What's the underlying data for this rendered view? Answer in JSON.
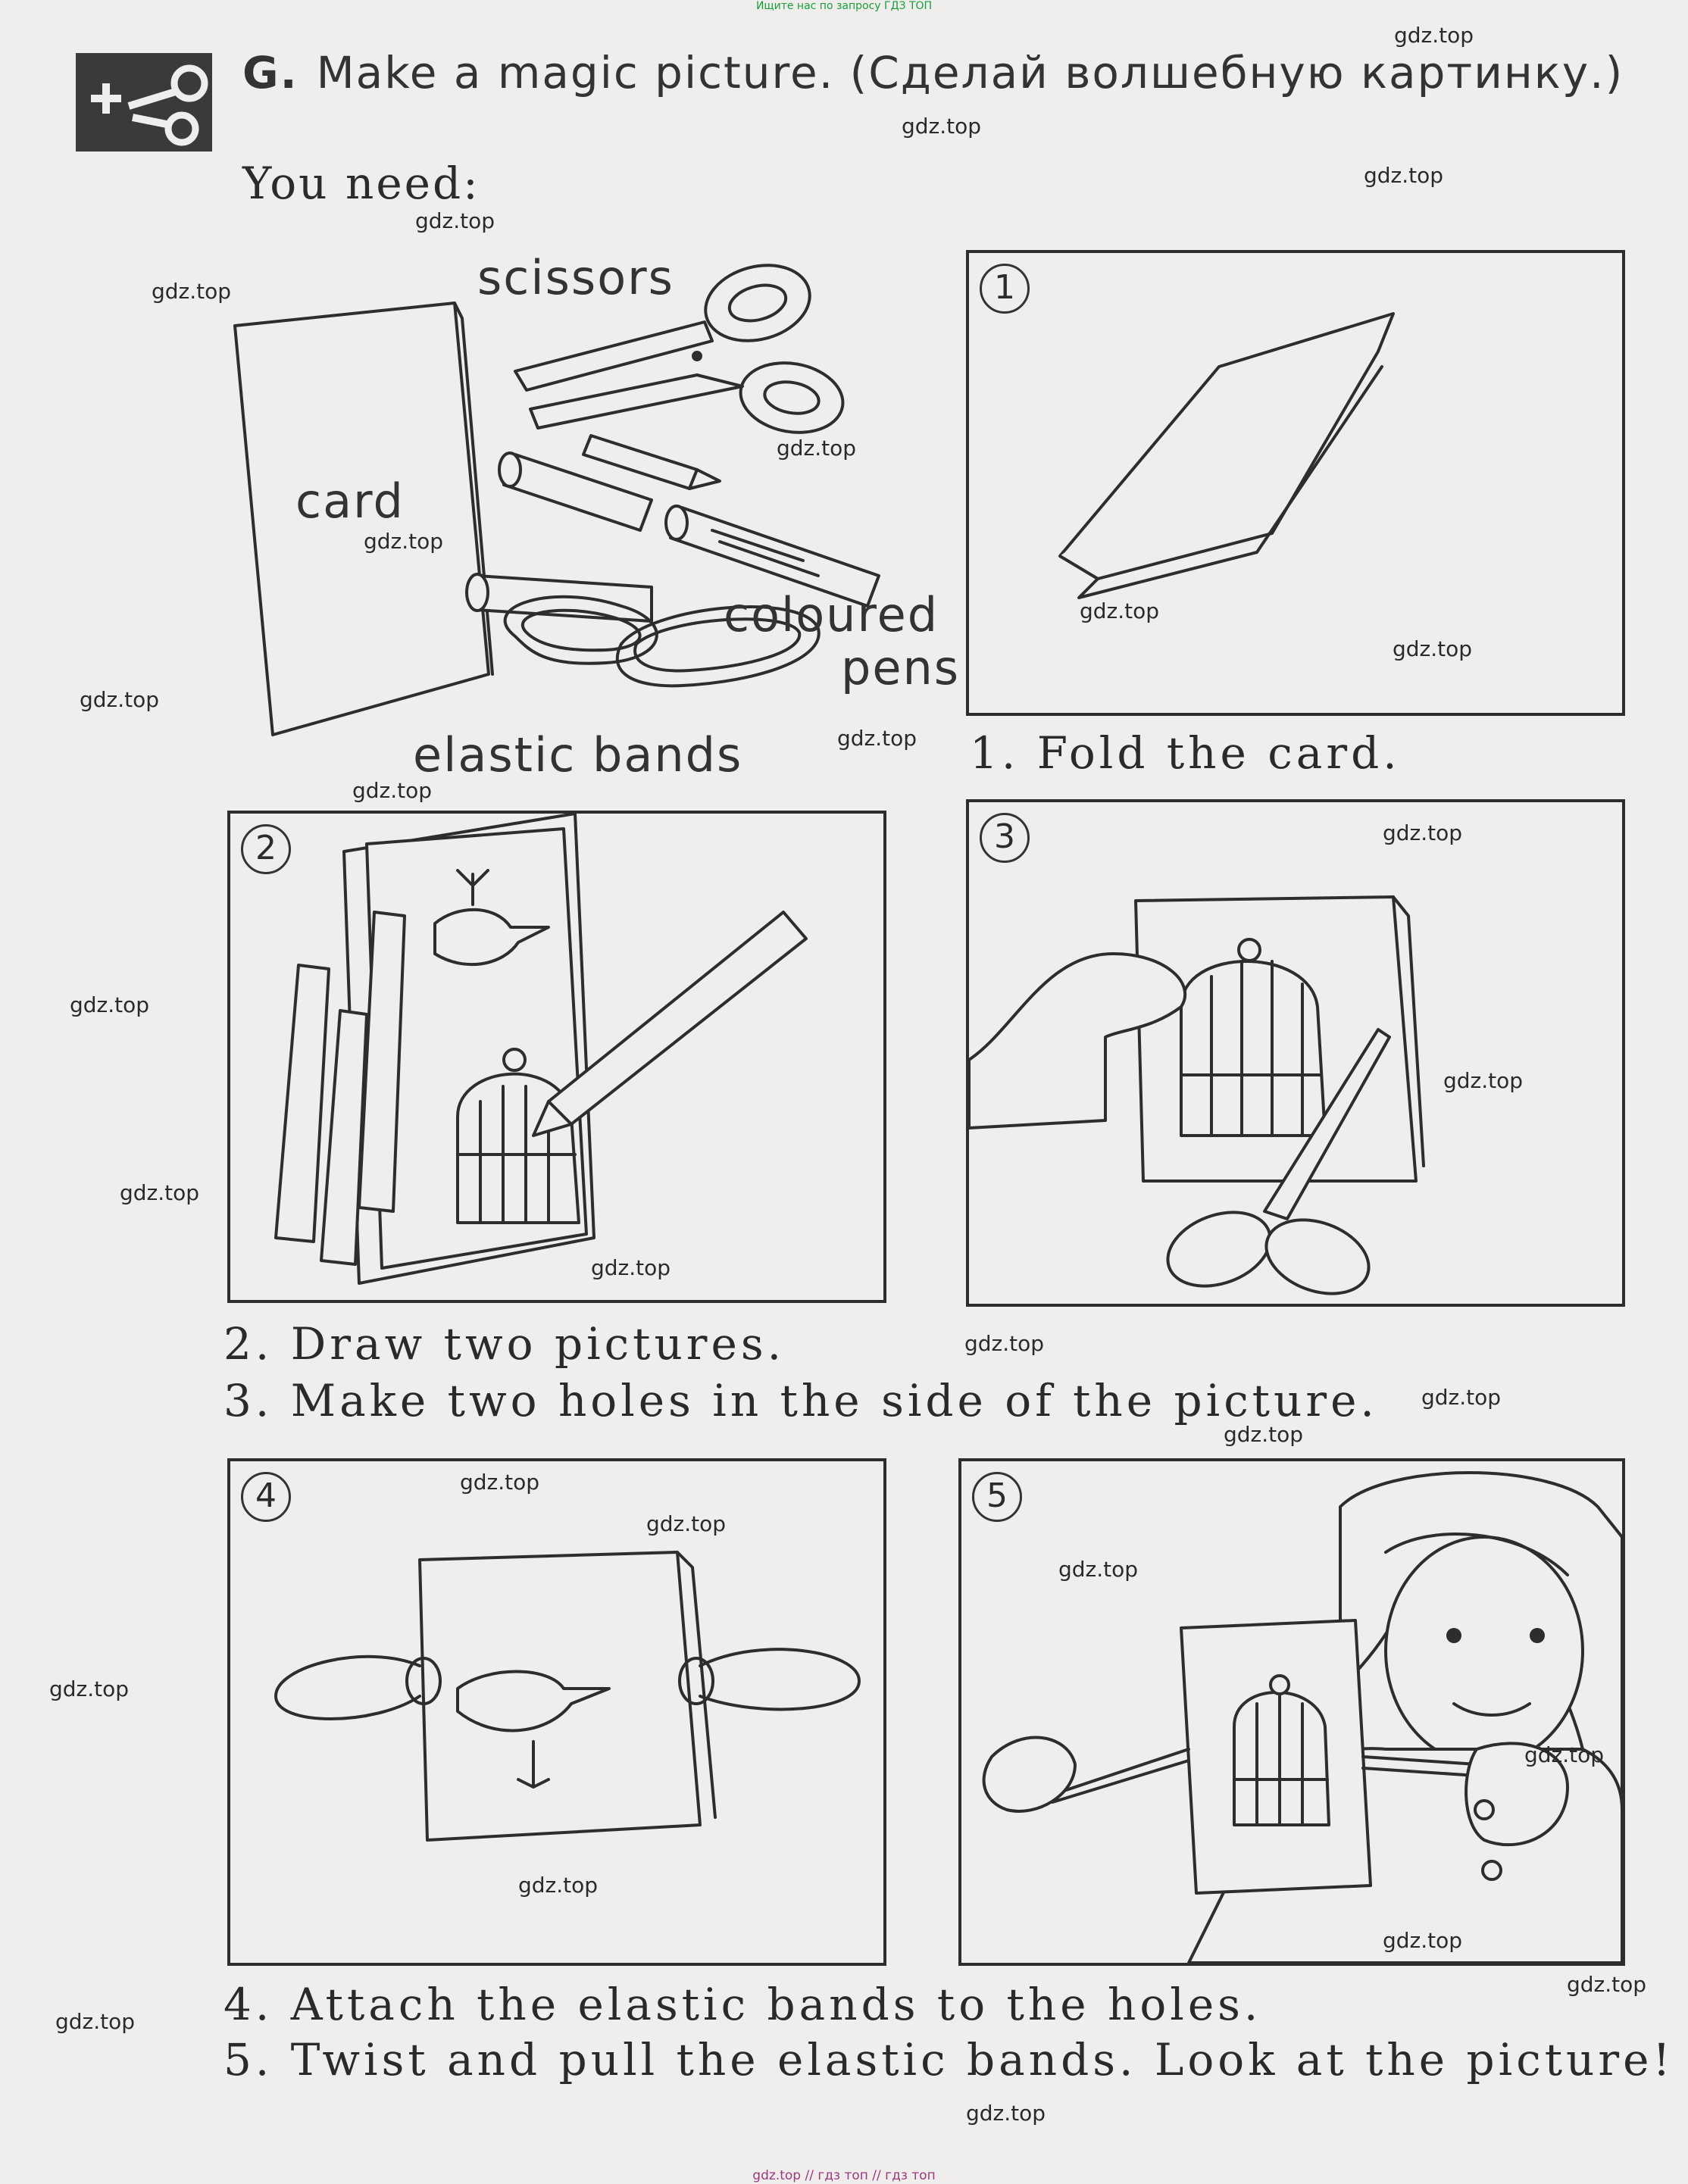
{
  "header": {
    "link": "Ищите нас по запросу ГДЗ ТОП"
  },
  "footer": {
    "link": "gdz.top // гдз топ // гдз топ"
  },
  "exercise": {
    "letter": "G.",
    "title": "Make a magic picture. (Сделай волшебную картинку.)",
    "you_need": "You need:"
  },
  "materials": {
    "scissors": "scissors",
    "card": "card",
    "coloured": "coloured",
    "pens": "pens",
    "elastic_bands": "elastic bands"
  },
  "panels": [
    {
      "number": "1"
    },
    {
      "number": "2"
    },
    {
      "number": "3"
    },
    {
      "number": "4"
    },
    {
      "number": "5"
    }
  ],
  "steps": [
    "1. Fold the card.",
    "2. Draw two pictures.",
    "3. Make two holes in the side of the picture.",
    "4. Attach the elastic bands to the holes.",
    "5. Twist and pull the elastic bands. Look at the picture!"
  ],
  "watermark": "gdz.top",
  "icons": {
    "corner": "scissors-cut-icon"
  },
  "colors": {
    "ink": "#2d2d2d",
    "paper": "#efeeec",
    "header_link": "#1a9e3c"
  }
}
